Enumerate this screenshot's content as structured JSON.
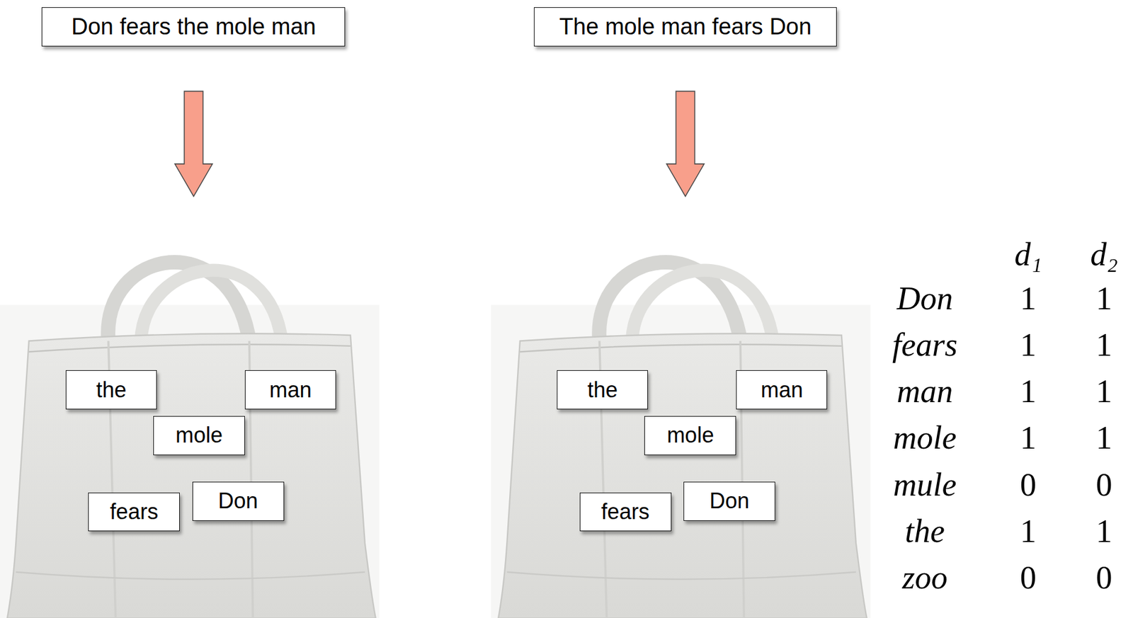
{
  "diagram": {
    "nodes": [
      {
        "text": [
          "Don fears the mole man"
        ]
      },
      {
        "text": [
          "The mole man fears Don"
        ]
      },
      {
        "text": []
      },
      {
        "text": [
          "the"
        ],
        "in": 2
      },
      {
        "text": [
          "man"
        ],
        "in": 2
      },
      {
        "text": [
          "mole"
        ],
        "in": 2
      },
      {
        "text": [
          "fears"
        ],
        "in": 2
      },
      {
        "text": [
          "Don"
        ],
        "in": 2
      },
      {
        "text": []
      },
      {
        "text": [
          "the"
        ],
        "in": 8
      },
      {
        "text": [
          "man"
        ],
        "in": 8
      },
      {
        "text": [
          "mole"
        ],
        "in": 8
      },
      {
        "text": [
          "fears"
        ],
        "in": 8
      },
      {
        "text": [
          "Don"
        ],
        "in": 8
      }
    ],
    "edges": [
      {
        "from": 0,
        "to": 2,
        "arrow": "to"
      },
      {
        "from": 1,
        "to": 8,
        "arrow": "to"
      }
    ],
    "labels": [
      "d₁",
      "d₂",
      "Don",
      "1",
      "1",
      "fears",
      "1",
      "1",
      "man",
      "1",
      "1",
      "mole",
      "1",
      "1",
      "mule",
      "0",
      "0",
      "the",
      "1",
      "1",
      "zoo",
      "0",
      "0"
    ]
  }
}
